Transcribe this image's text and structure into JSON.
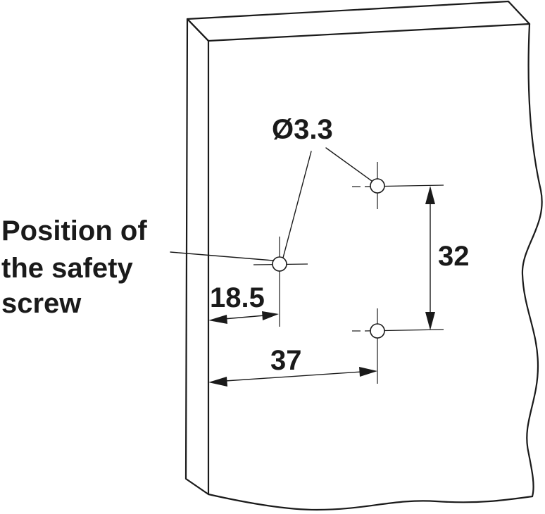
{
  "labels": {
    "diameter": "Ø3.3",
    "safety_screw_line1": "Position of",
    "safety_screw_line2": "the safety",
    "safety_screw_line3": "screw"
  },
  "dimensions": {
    "vertical_spacing": "32",
    "safety_offset": "18.5",
    "hole_offset": "37"
  }
}
